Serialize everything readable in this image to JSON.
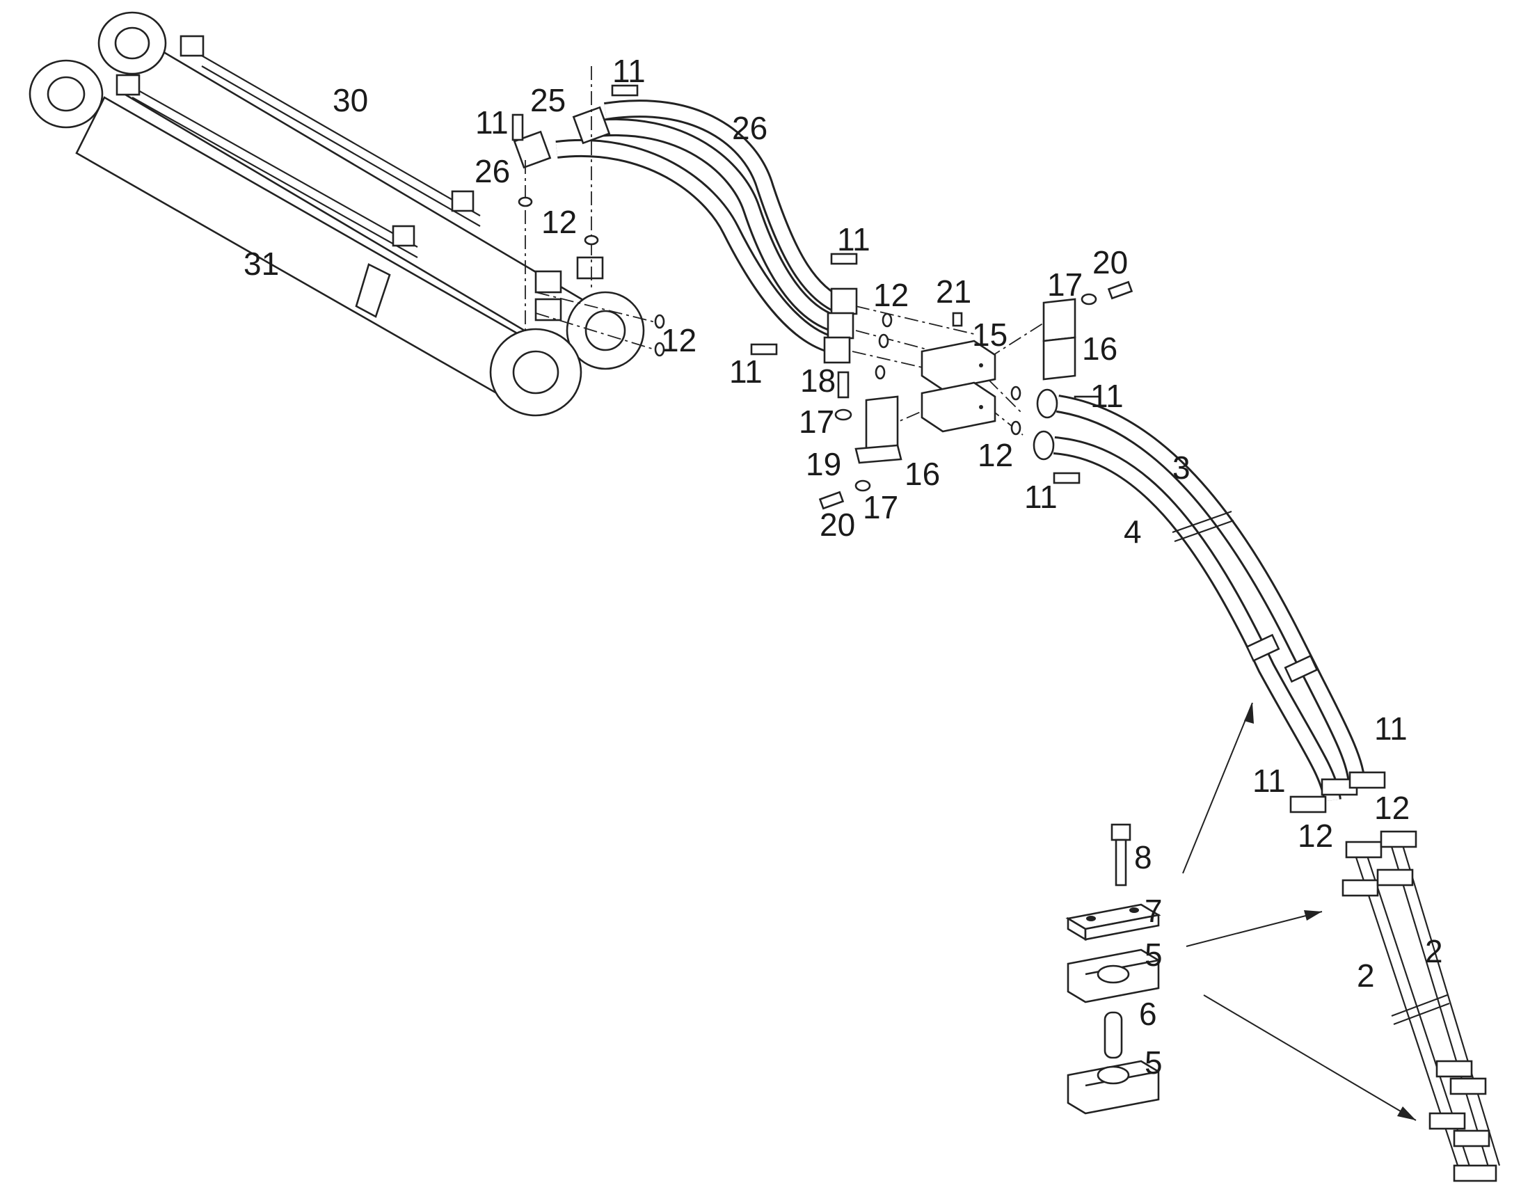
{
  "callouts": [
    {
      "id": "c-30",
      "text": "30"
    },
    {
      "id": "c-31",
      "text": "31"
    },
    {
      "id": "c-11a",
      "text": "11"
    },
    {
      "id": "c-11b",
      "text": "11"
    },
    {
      "id": "c-25",
      "text": "25"
    },
    {
      "id": "c-26a",
      "text": "26"
    },
    {
      "id": "c-26b",
      "text": "26"
    },
    {
      "id": "c-12a",
      "text": "12"
    },
    {
      "id": "c-12b",
      "text": "12"
    },
    {
      "id": "c-11c",
      "text": "11"
    },
    {
      "id": "c-12c",
      "text": "12"
    },
    {
      "id": "c-21",
      "text": "21"
    },
    {
      "id": "c-17a",
      "text": "17"
    },
    {
      "id": "c-20a",
      "text": "20"
    },
    {
      "id": "c-15",
      "text": "15"
    },
    {
      "id": "c-16a",
      "text": "16"
    },
    {
      "id": "c-11d",
      "text": "11"
    },
    {
      "id": "c-18",
      "text": "18"
    },
    {
      "id": "c-11e",
      "text": "11"
    },
    {
      "id": "c-17b",
      "text": "17"
    },
    {
      "id": "c-19",
      "text": "19"
    },
    {
      "id": "c-16b",
      "text": "16"
    },
    {
      "id": "c-12d",
      "text": "12"
    },
    {
      "id": "c-3",
      "text": "3"
    },
    {
      "id": "c-11f",
      "text": "11"
    },
    {
      "id": "c-20b",
      "text": "20"
    },
    {
      "id": "c-17c",
      "text": "17"
    },
    {
      "id": "c-4",
      "text": "4"
    },
    {
      "id": "c-11g",
      "text": "11"
    },
    {
      "id": "c-11h",
      "text": "11"
    },
    {
      "id": "c-12e",
      "text": "12"
    },
    {
      "id": "c-12f",
      "text": "12"
    },
    {
      "id": "c-8",
      "text": "8"
    },
    {
      "id": "c-7",
      "text": "7"
    },
    {
      "id": "c-5a",
      "text": "5"
    },
    {
      "id": "c-2a",
      "text": "2"
    },
    {
      "id": "c-2b",
      "text": "2"
    },
    {
      "id": "c-6",
      "text": "6"
    },
    {
      "id": "c-5b",
      "text": "5"
    }
  ]
}
